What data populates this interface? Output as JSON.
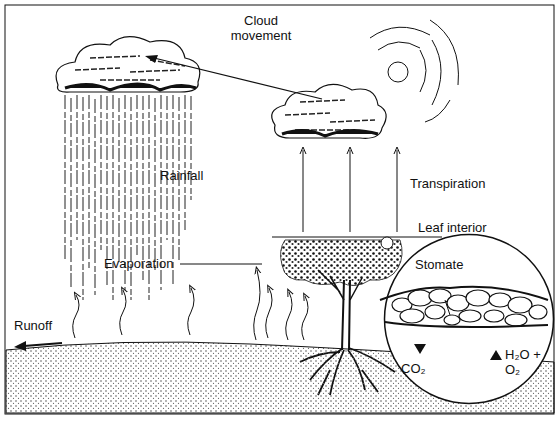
{
  "diagram": {
    "nodes": [
      {
        "text": [
          "Stomate",
          "CO₂",
          "H₂O + O₂"
        ]
      }
    ],
    "labels": [
      "Cloud movement",
      "Rainfall",
      "Transpiration",
      "Leaf interior",
      "Evaporation",
      "Runoff"
    ]
  }
}
